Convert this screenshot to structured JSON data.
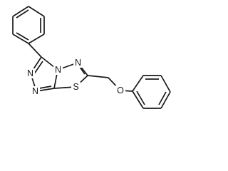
{
  "molecule": {
    "atoms": {
      "N1": "N",
      "N2": "N",
      "N3": "N",
      "N4": "N",
      "S1": "S",
      "O1": "O"
    }
  }
}
